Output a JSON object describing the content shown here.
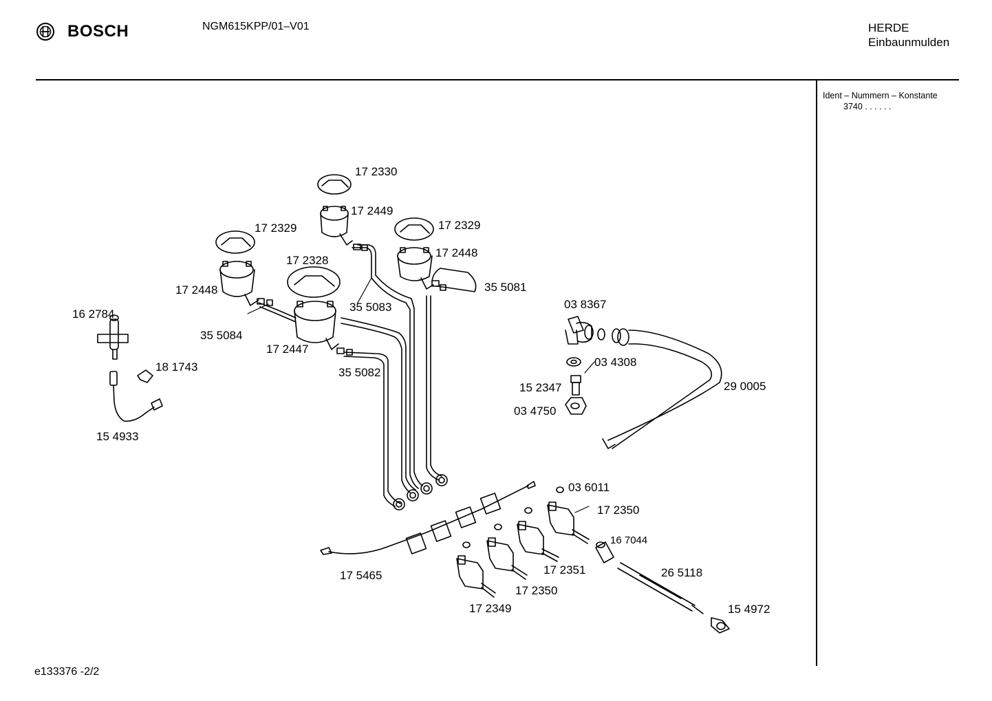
{
  "header": {
    "brand": "BOSCH",
    "model": "NGM615KPP/01–V01",
    "category_line1": "HERDE",
    "category_line2": "Einbaunmulden"
  },
  "sidebar": {
    "ident_title": "Ident – Nummern – Konstante",
    "ident_value": "3740  .  .    .  .  .  ."
  },
  "footer": {
    "ref": "e133376   -2/2"
  },
  "parts": {
    "p_172330": "17 2330",
    "p_172449": "17 2449",
    "p_172329a": "17 2329",
    "p_172329b": "17 2329",
    "p_172448a": "17 2448",
    "p_172448b": "17 2448",
    "p_172328": "17 2328",
    "p_355081": "35 5081",
    "p_355083": "35 5083",
    "p_162784": "16 2784",
    "p_355084": "35 5084",
    "p_172447": "17 2447",
    "p_038367": "03 8367",
    "p_181743": "18 1743",
    "p_355082": "35 5082",
    "p_034308": "03 4308",
    "p_152347": "15 2347",
    "p_290005": "29 0005",
    "p_034750": "03 4750",
    "p_154933": "15 4933",
    "p_036011": "03 6011",
    "p_172350a": "17 2350",
    "p_167044": "16 7044",
    "p_265118": "26 5118",
    "p_172351": "17 2351",
    "p_175465": "17 5465",
    "p_172350b": "17 2350",
    "p_154972": "15 4972",
    "p_172349": "17 2349"
  }
}
